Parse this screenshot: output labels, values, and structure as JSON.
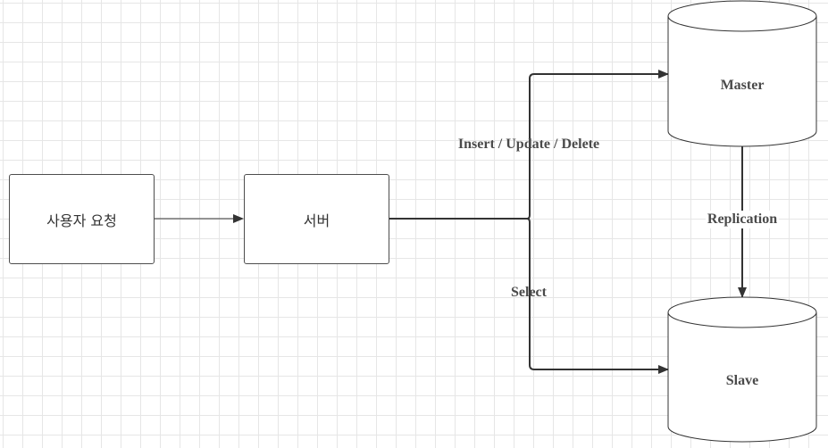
{
  "nodes": {
    "user_request": "사용자 요청",
    "server": "서버",
    "master": "Master",
    "slave": "Slave"
  },
  "edges": {
    "write_label": "Insert / Update / Delete",
    "read_label": "Select",
    "replication_label": "Replication"
  },
  "colors": {
    "stroke": "#333333",
    "grid": "#e6e6e6",
    "text": "#4a4a4a"
  }
}
